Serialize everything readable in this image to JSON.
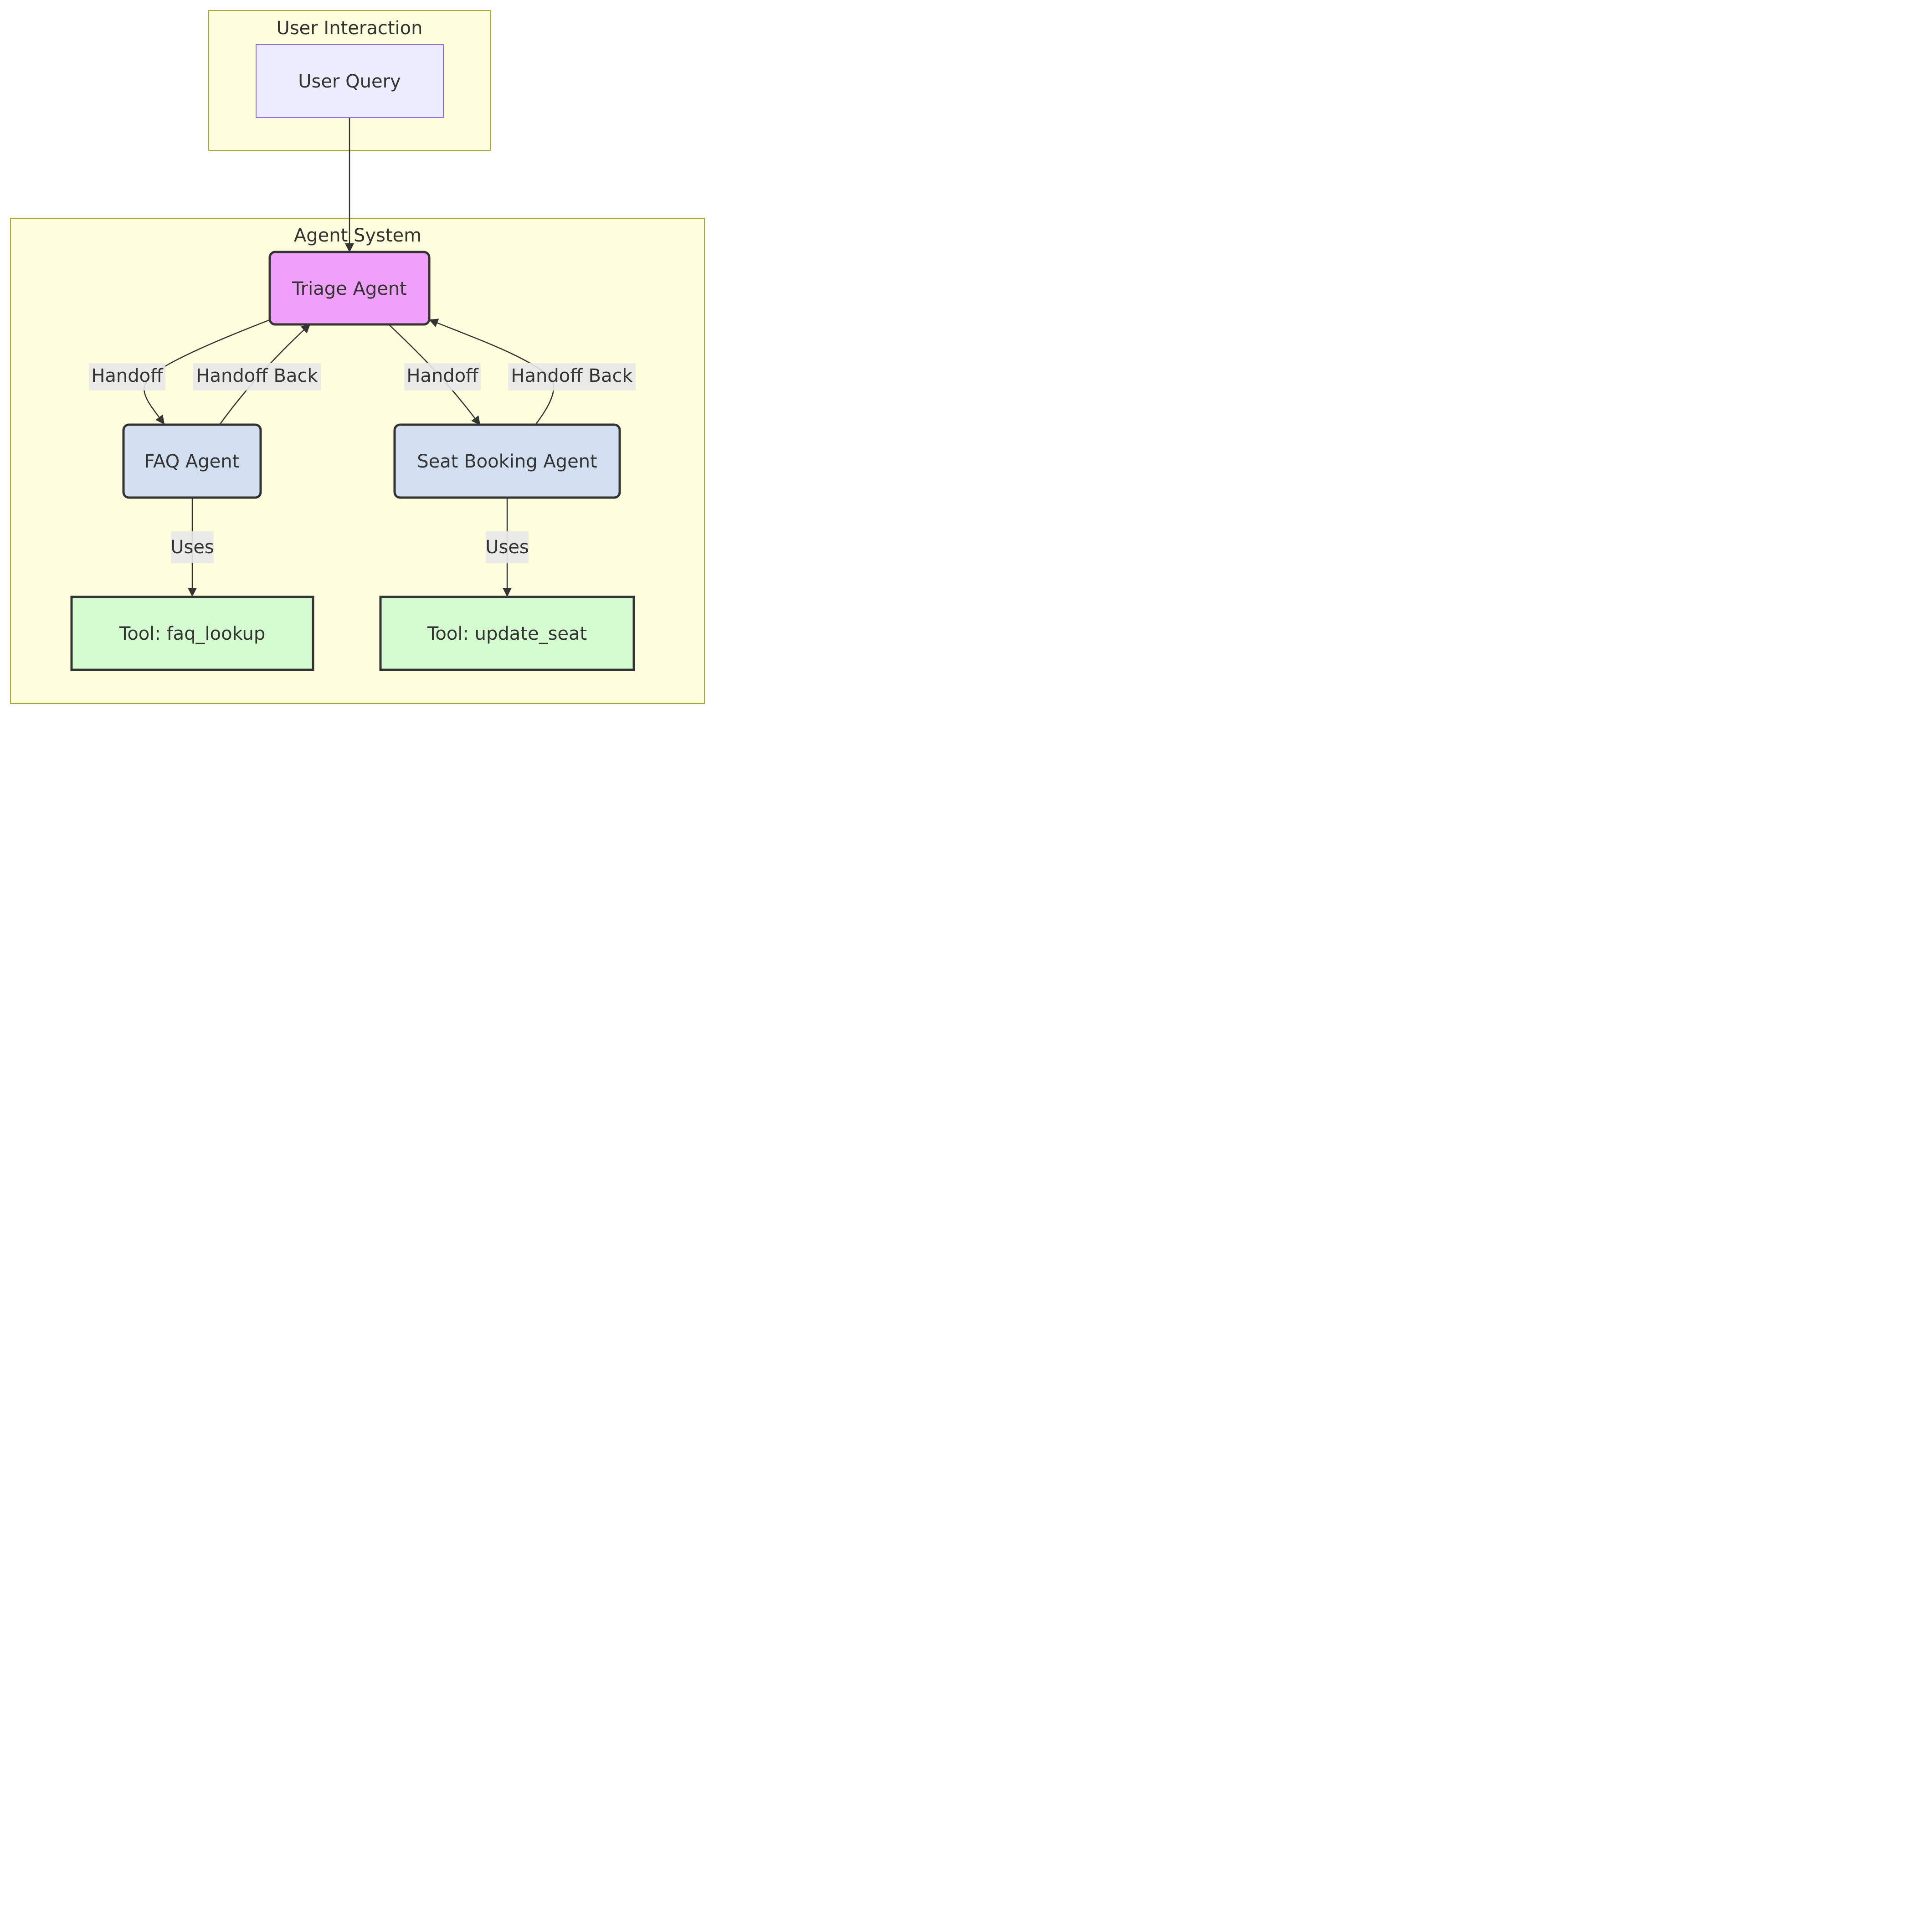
{
  "clusters": {
    "user_interaction": {
      "label": "User Interaction"
    },
    "agent_system": {
      "label": "Agent System"
    }
  },
  "nodes": {
    "user_query": {
      "label": "User Query"
    },
    "triage_agent": {
      "label": "Triage Agent"
    },
    "faq_agent": {
      "label": "FAQ Agent"
    },
    "seat_booking_agent": {
      "label": "Seat Booking Agent"
    },
    "tool_faq_lookup": {
      "label": "Tool: faq_lookup"
    },
    "tool_update_seat": {
      "label": "Tool: update_seat"
    }
  },
  "edges": {
    "triage_to_faq": {
      "label": "Handoff"
    },
    "faq_to_triage": {
      "label": "Handoff Back"
    },
    "triage_to_seat": {
      "label": "Handoff"
    },
    "seat_to_triage": {
      "label": "Handoff Back"
    },
    "faq_uses_tool": {
      "label": "Uses"
    },
    "seat_uses_tool": {
      "label": "Uses"
    }
  },
  "colors": {
    "cluster_fill": "#ffffde",
    "cluster_stroke": "#aaaa33",
    "user_query_fill": "#ececff",
    "user_query_stroke": "#9370db",
    "triage_fill": "#f0a0f8",
    "agent_fill": "#d1dff0",
    "tool_fill": "#d5fcd0",
    "strong_stroke": "#333333",
    "text": "#333333",
    "edge_label_bg": "#e8e8e8"
  }
}
